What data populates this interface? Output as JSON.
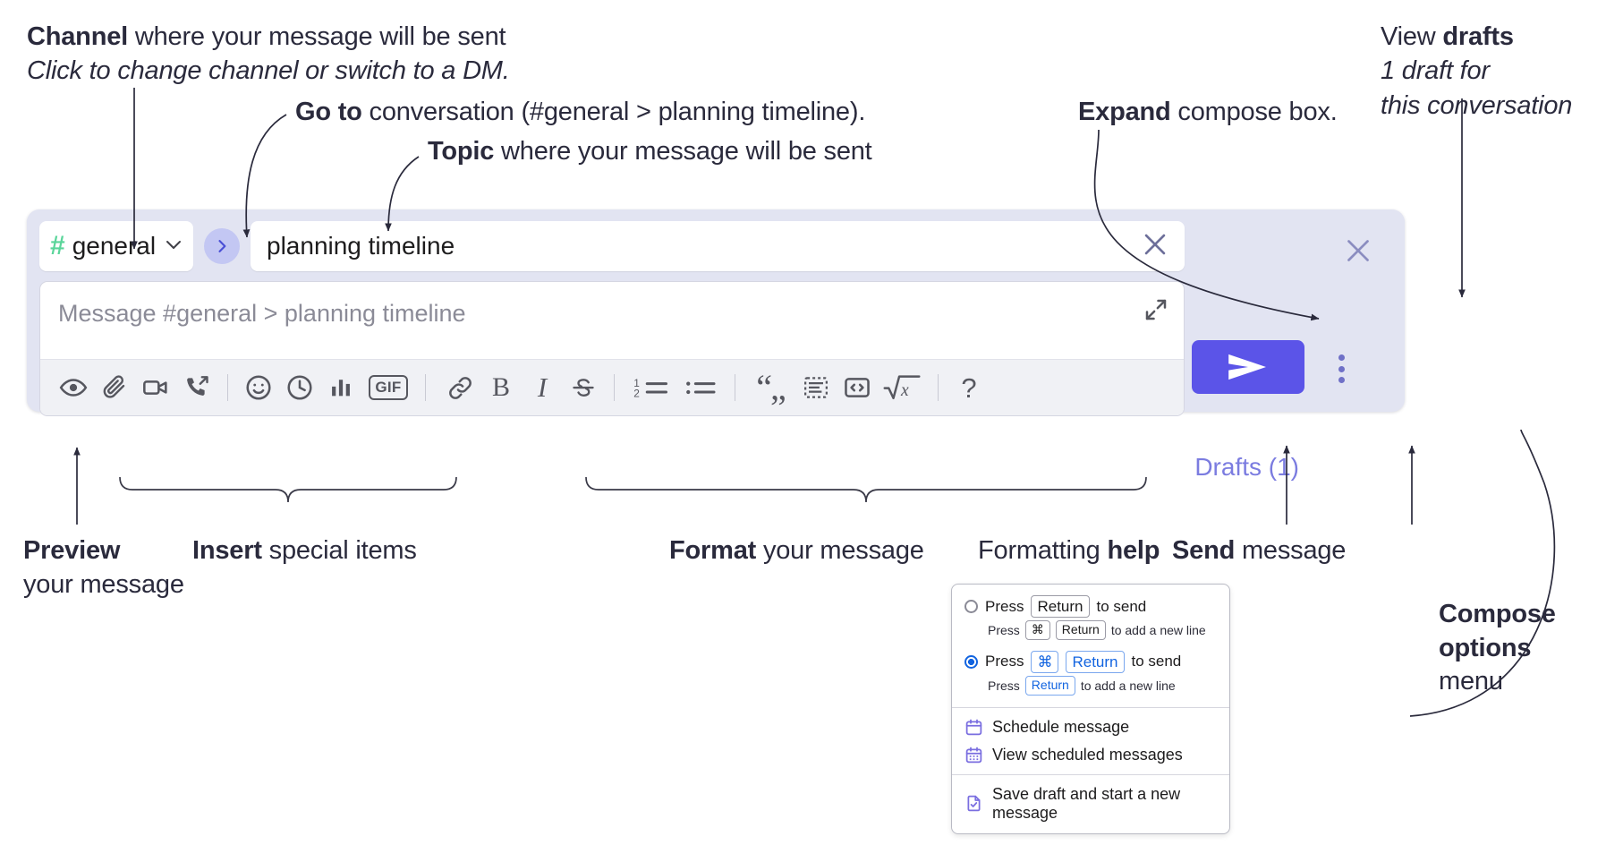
{
  "annotations": {
    "channel": {
      "bold": "Channel",
      "rest": " where your message will be sent",
      "sub": "Click to change channel or switch to a DM."
    },
    "goto": {
      "bold": "Go to",
      "rest": " conversation (#general > planning timeline)."
    },
    "topic": {
      "bold": "Topic",
      "rest": " where your message will be sent"
    },
    "expand": {
      "bold": "Expand",
      "rest": " compose box."
    },
    "drafts": {
      "line1_pre": "View ",
      "line1_bold": "drafts",
      "line2": "1 draft for",
      "line3": "this conversation"
    },
    "preview": {
      "bold": "Preview",
      "rest": "your message"
    },
    "insert": {
      "bold": "Insert",
      "rest": " special items"
    },
    "format": {
      "bold": "Format",
      "rest": " your message"
    },
    "help": {
      "pre": "Formatting ",
      "bold": "help"
    },
    "send": {
      "bold": "Send",
      "rest": " message"
    },
    "compose_options": {
      "bold1": "Compose",
      "bold2": "options",
      "rest": "menu"
    }
  },
  "compose": {
    "channel_name": "general",
    "channel_hash": "#",
    "goto_icon": "chevron-right-icon",
    "topic_value": "planning timeline",
    "topic_clear_icon": "close-icon",
    "message_placeholder": "Message #general > planning timeline",
    "expand_icon": "expand-icon",
    "drafts_label": "Drafts (1)",
    "panel_close_icon": "close-icon",
    "send_icon": "send-paper-plane-icon",
    "overflow_icon": "vertical-dots-icon",
    "accent_send": "#5b54e8",
    "accent_drafts_text": "#7b7ce0",
    "panel_bg": "#e2e4f2",
    "hash_color": "#5ad59a",
    "goto_bg": "#c3c7f3",
    "toolbar": [
      {
        "name": "preview-icon",
        "label": "Preview"
      },
      {
        "name": "attachment-paperclip-icon",
        "label": "Attach file"
      },
      {
        "name": "video-camera-icon",
        "label": "Record video clip"
      },
      {
        "name": "phone-outgoing-icon",
        "label": "Record audio clip"
      },
      {
        "name": "divider",
        "label": ""
      },
      {
        "name": "emoji-smiley-icon",
        "label": "Emoji"
      },
      {
        "name": "clock-icon",
        "label": "Reminder"
      },
      {
        "name": "bar-chart-icon",
        "label": "Poll"
      },
      {
        "name": "gif-icon",
        "label": "GIF"
      },
      {
        "name": "divider",
        "label": ""
      },
      {
        "name": "link-icon",
        "label": "Link"
      },
      {
        "name": "bold-icon",
        "label": "Bold"
      },
      {
        "name": "italic-icon",
        "label": "Italic"
      },
      {
        "name": "strikethrough-icon",
        "label": "Strikethrough"
      },
      {
        "name": "divider",
        "label": ""
      },
      {
        "name": "ordered-list-icon",
        "label": "Ordered list"
      },
      {
        "name": "bulleted-list-icon",
        "label": "Bulleted list"
      },
      {
        "name": "divider",
        "label": ""
      },
      {
        "name": "blockquote-icon",
        "label": "Blockquote"
      },
      {
        "name": "code-block-icon",
        "label": "Code block"
      },
      {
        "name": "inline-code-icon",
        "label": "Code"
      },
      {
        "name": "math-sqrt-icon",
        "label": "Math"
      },
      {
        "name": "divider",
        "label": ""
      },
      {
        "name": "help-question-icon",
        "label": "?"
      }
    ],
    "gif_text": "GIF",
    "help_text": "?"
  },
  "menu": {
    "option1": {
      "pre": "Press",
      "key": "Return",
      "post": "to send",
      "sub_pre": "Press",
      "sub_key1": "⌘",
      "sub_key2": "Return",
      "sub_post": "to add a new line",
      "selected": false
    },
    "option2": {
      "pre": "Press",
      "key1": "⌘",
      "key2": "Return",
      "post": "to send",
      "sub_pre": "Press",
      "sub_key": "Return",
      "sub_post": "to add a new line",
      "selected": true
    },
    "items": [
      {
        "icon": "calendar-schedule-icon",
        "label": "Schedule message"
      },
      {
        "icon": "calendar-grid-icon",
        "label": "View scheduled messages"
      },
      {
        "icon": "document-check-icon",
        "label": "Save draft and start a new message"
      }
    ]
  }
}
